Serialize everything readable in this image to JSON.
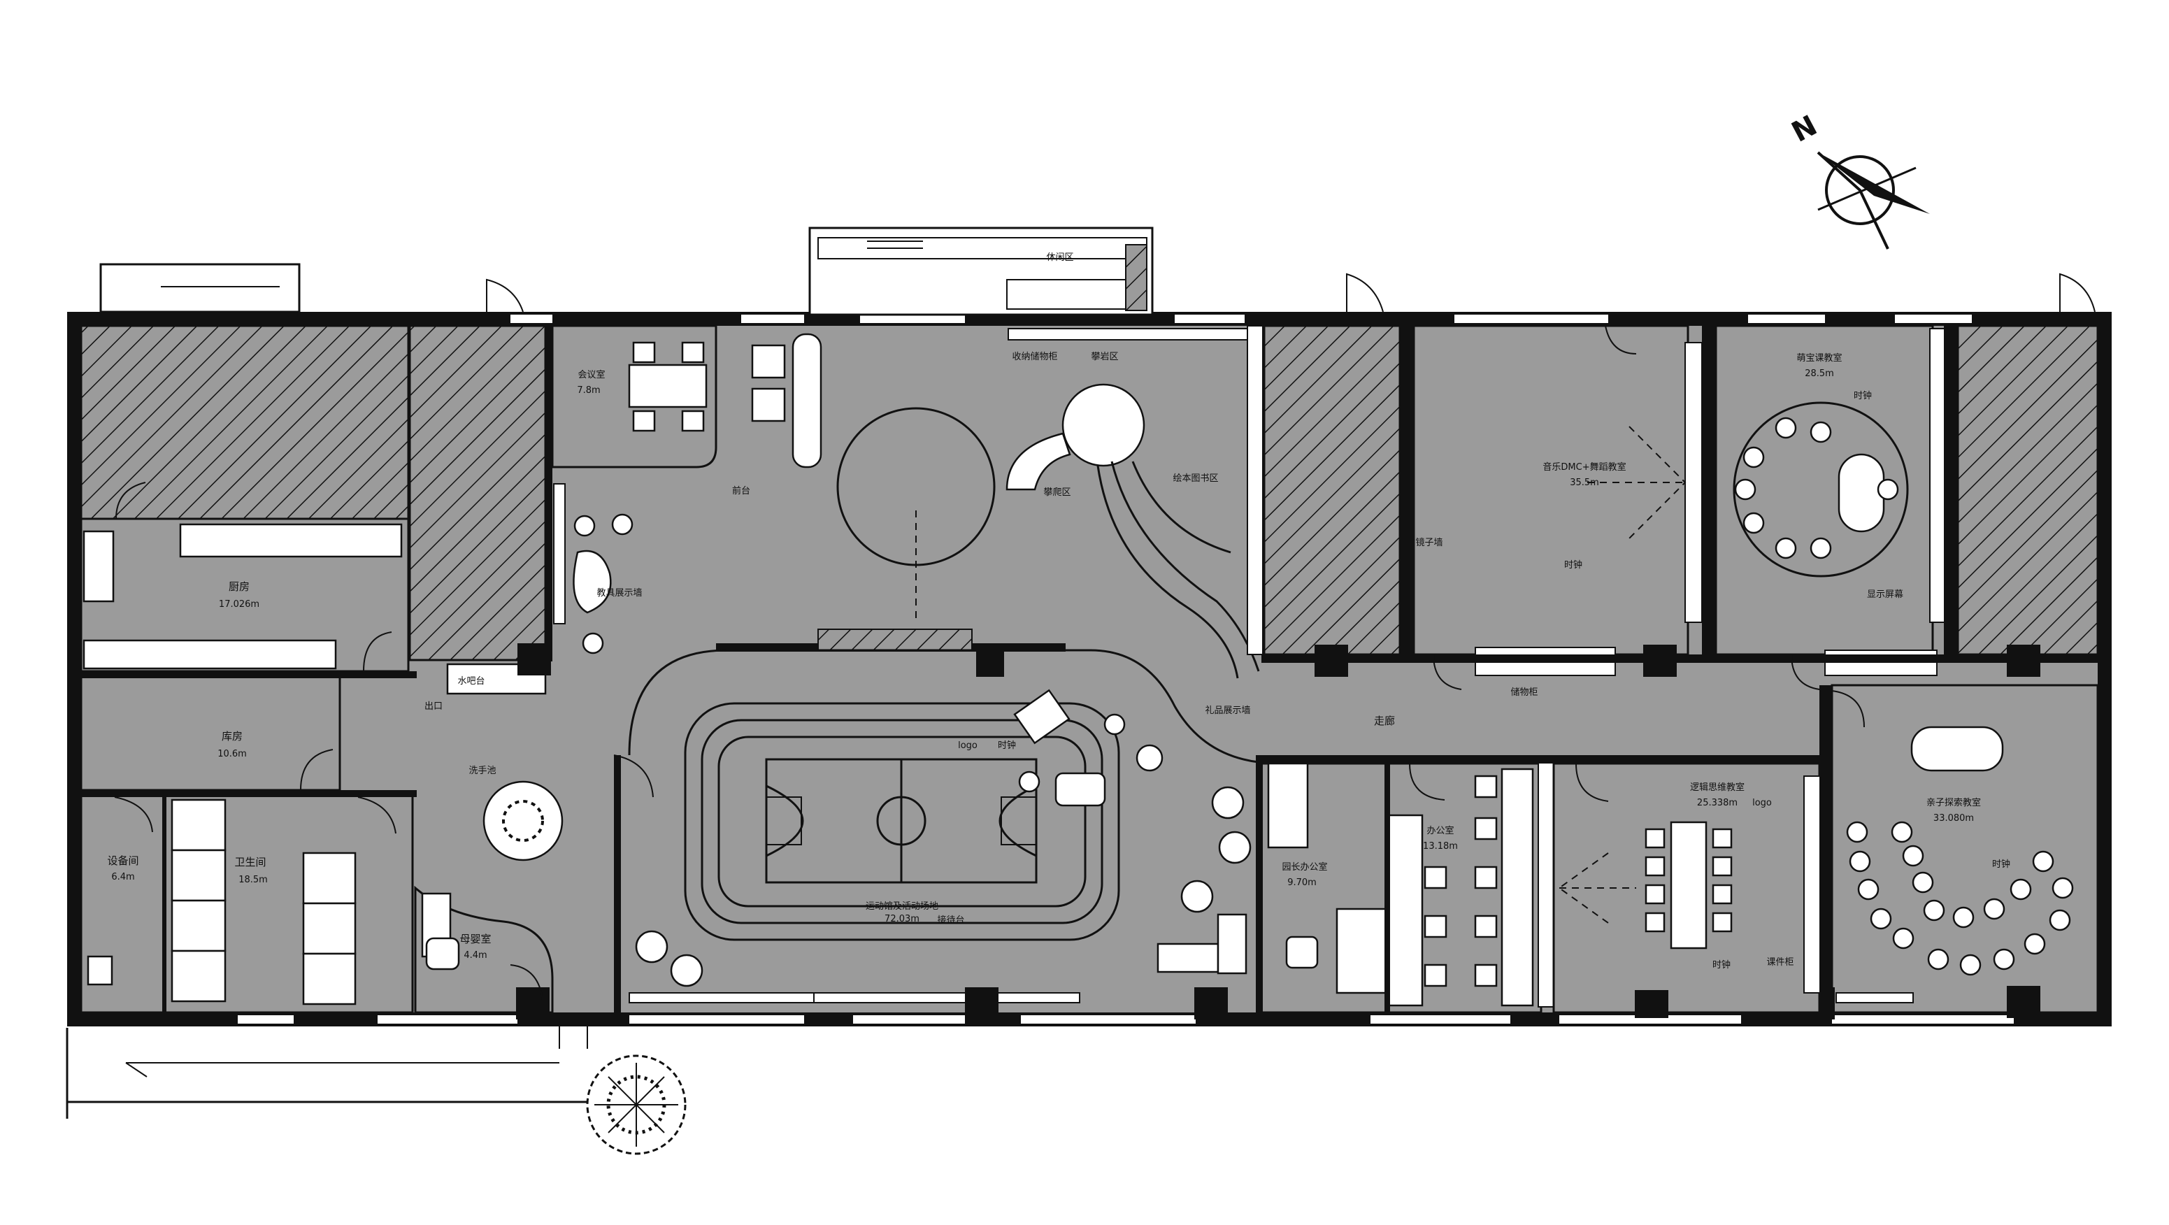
{
  "rooms": {
    "meeting_room": {
      "name": "会议室",
      "area": "7.8m"
    },
    "front_desk": {
      "name": "前台"
    },
    "storage_cabinet_top": {
      "name": "收纳储物柜"
    },
    "wall_climb_top": {
      "name": "攀岩区"
    },
    "climb_zone": {
      "name": "攀爬区"
    },
    "picture_book_zone": {
      "name": "绘本图书区"
    },
    "kitchen": {
      "name": "厨房",
      "area": "17.026m"
    },
    "teaching_display_wall": {
      "name": "教具展示墙"
    },
    "water_bar": {
      "name": "水吧台"
    },
    "exit": {
      "name": "出口"
    },
    "warehouse": {
      "name": "库房",
      "area": "10.6m"
    },
    "wash_basin": {
      "name": "洗手池"
    },
    "equipment_room": {
      "name": "设备间",
      "area": "6.4m"
    },
    "restroom": {
      "name": "卫生间",
      "area": "18.5m"
    },
    "mother_baby_room": {
      "name": "母婴室",
      "area": "4.4m"
    },
    "sports_hall": {
      "name": "运动馆及活动场地",
      "area": "72.03m"
    },
    "logo_1": {
      "name": "logo"
    },
    "clock_1": {
      "name": "时钟"
    },
    "gift_display_wall": {
      "name": "礼品展示墙"
    },
    "corridor": {
      "name": "走廊"
    },
    "storage_cabinet_mid": {
      "name": "储物柜"
    },
    "music_classroom": {
      "name": "音乐DMC+舞蹈教室",
      "area": "35.5m"
    },
    "mirror_wall": {
      "name": "镜子墙"
    },
    "clock_2": {
      "name": "时钟"
    },
    "baby_classroom": {
      "name": "萌宝课教室",
      "area": "28.5m"
    },
    "clock_3": {
      "name": "时钟"
    },
    "display_screen": {
      "name": "显示屏幕"
    },
    "principal_office": {
      "name": "园长办公室",
      "area": "9.70m"
    },
    "office": {
      "name": "办公室",
      "area": "13.18m"
    },
    "math_classroom": {
      "name": "逻辑思维教室",
      "area": "25.338m"
    },
    "logo_2": {
      "name": "logo"
    },
    "clock_4": {
      "name": "时钟"
    },
    "courseware_cabinet": {
      "name": "课件柜"
    },
    "parent_child_classroom": {
      "name": "亲子探索教室",
      "area": "33.080m"
    },
    "clock_5": {
      "name": "时钟"
    },
    "outdoor_area": {
      "name": "休闲区"
    },
    "reception_desk": {
      "name": "接待台"
    }
  },
  "colors": {
    "floor": "#9b9b9b",
    "wall": "#111111",
    "paper": "#ffffff"
  },
  "compass": {
    "label": "N"
  }
}
